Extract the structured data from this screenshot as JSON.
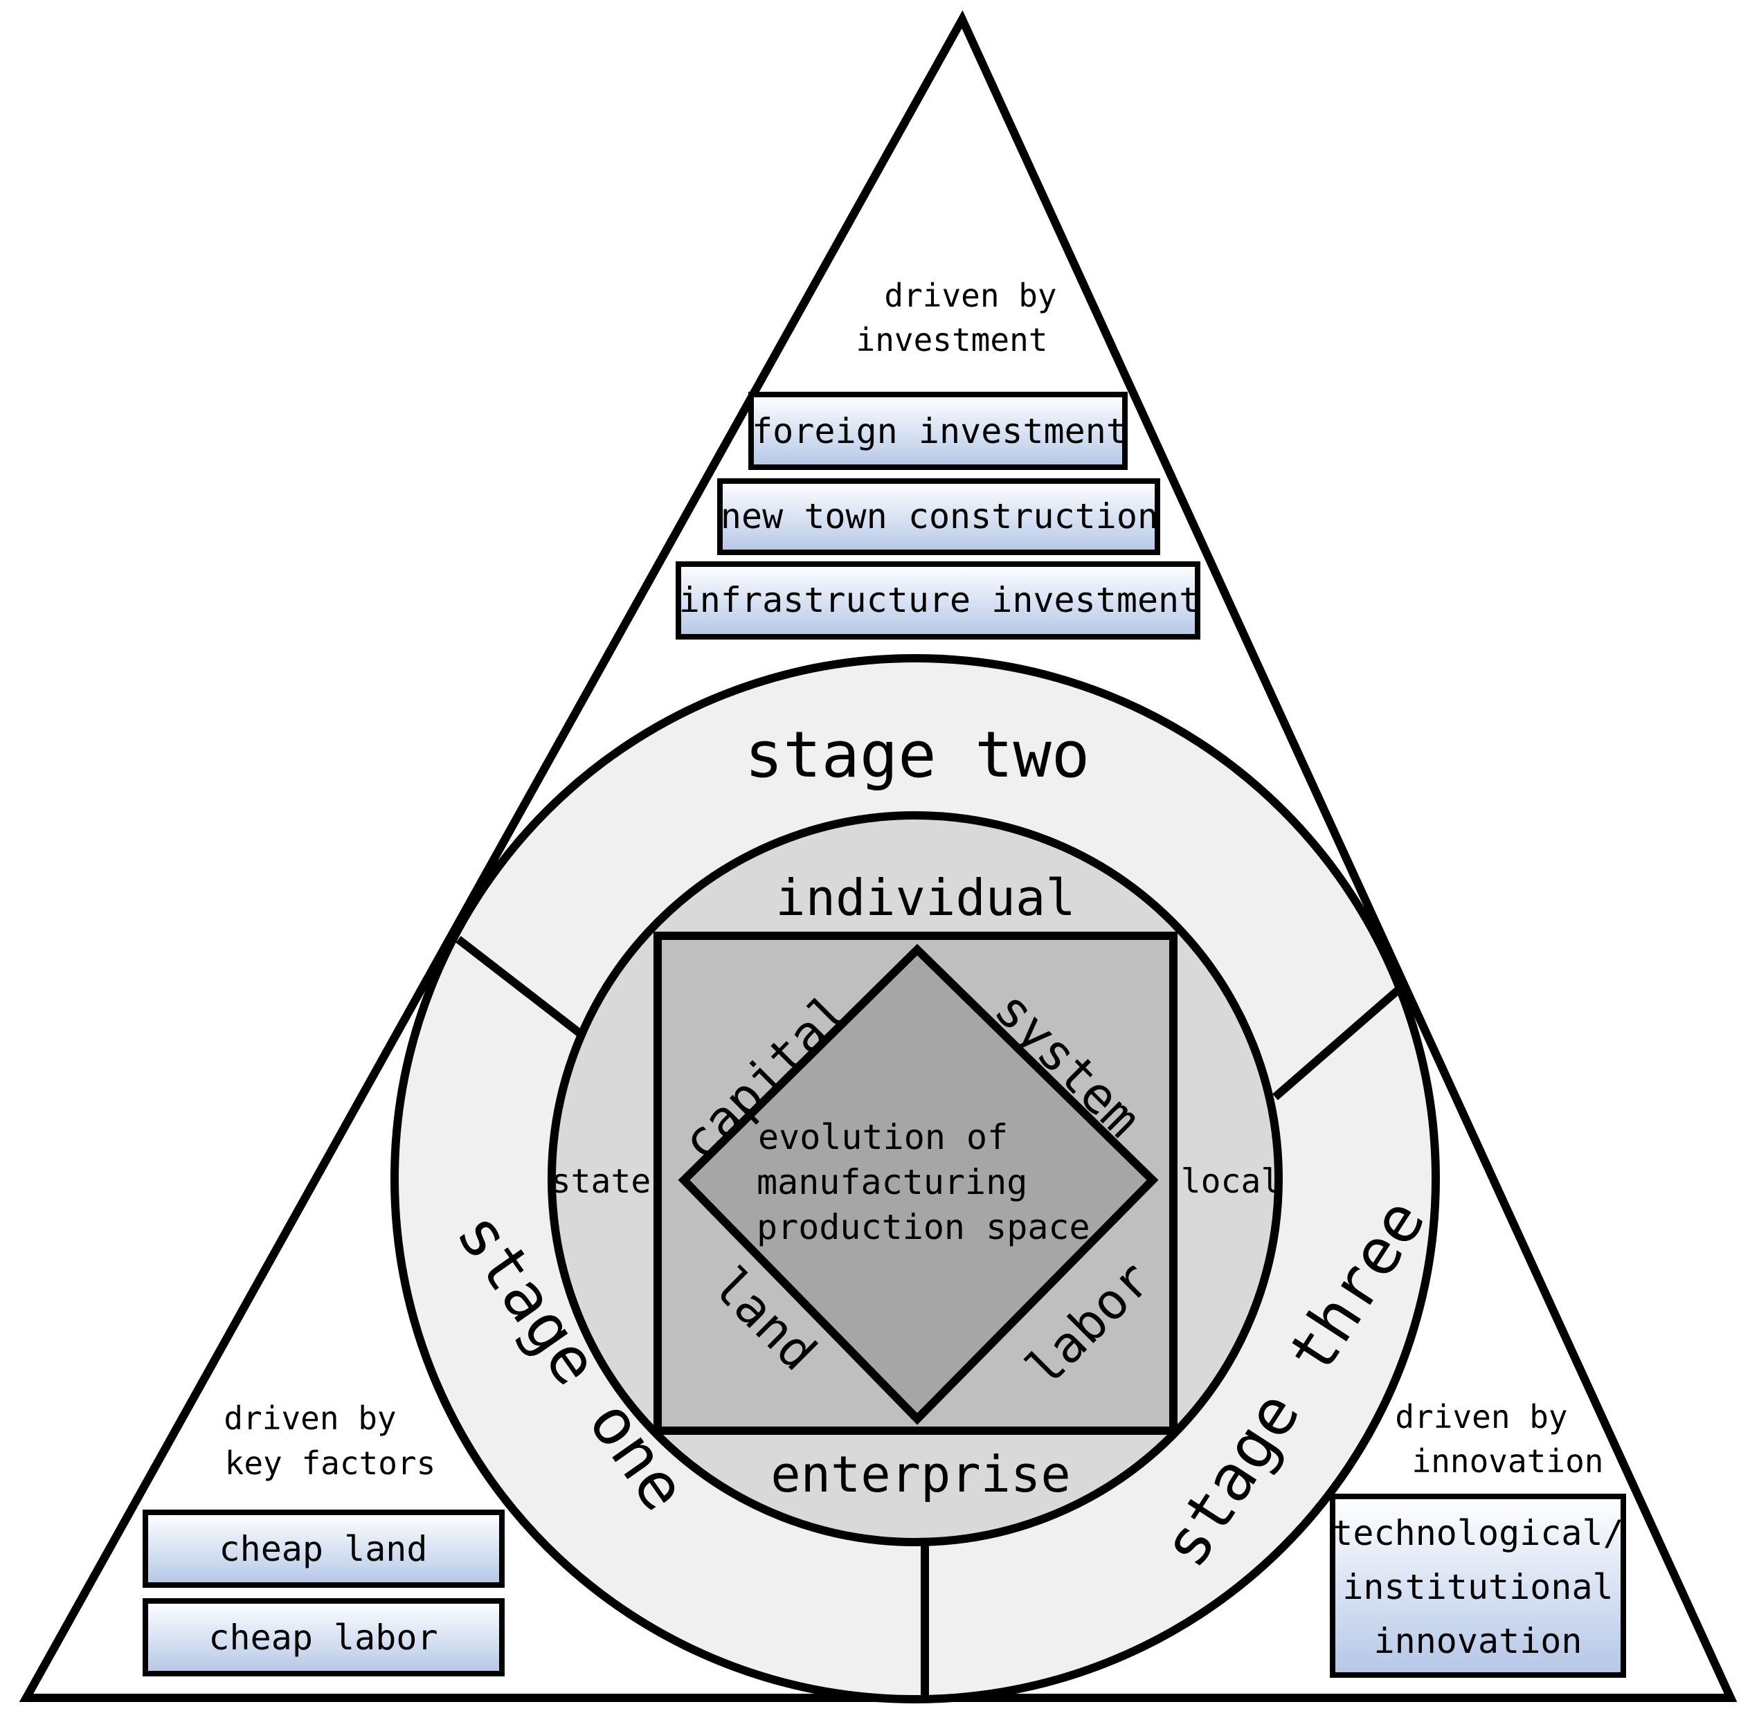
{
  "colors": {
    "stroke": "#000000",
    "outer_ring": "#f0f0f0",
    "inner_ring": "#d9d9d9",
    "square": "#bfbfbf",
    "diamond": "#a6a6a6",
    "box_gradient_top": "#ffffff",
    "box_gradient_bottom": "#b4c7e7"
  },
  "top_section": {
    "driven_line1": "driven by",
    "driven_line2": "investment",
    "boxes": [
      "foreign investment",
      "new town construction",
      "infrastructure investment"
    ]
  },
  "left_section": {
    "driven_line1": "driven by",
    "driven_line2": "key factors",
    "boxes": [
      "cheap land",
      "cheap labor"
    ]
  },
  "right_section": {
    "driven_line1": "driven by",
    "driven_line2": "innovation",
    "box_lines": [
      "technological/",
      "institutional",
      "innovation"
    ]
  },
  "stages": {
    "two": "stage two",
    "one": "stage one",
    "three": "stage three"
  },
  "inner_ring": {
    "top": "individual",
    "bottom": "enterprise",
    "left": "state",
    "right": "local"
  },
  "factors": {
    "capital": "capital",
    "system": "system",
    "land": "land",
    "labor": "labor"
  },
  "center": {
    "line1": "evolution of",
    "line2": "manufacturing",
    "line3": "production space"
  }
}
